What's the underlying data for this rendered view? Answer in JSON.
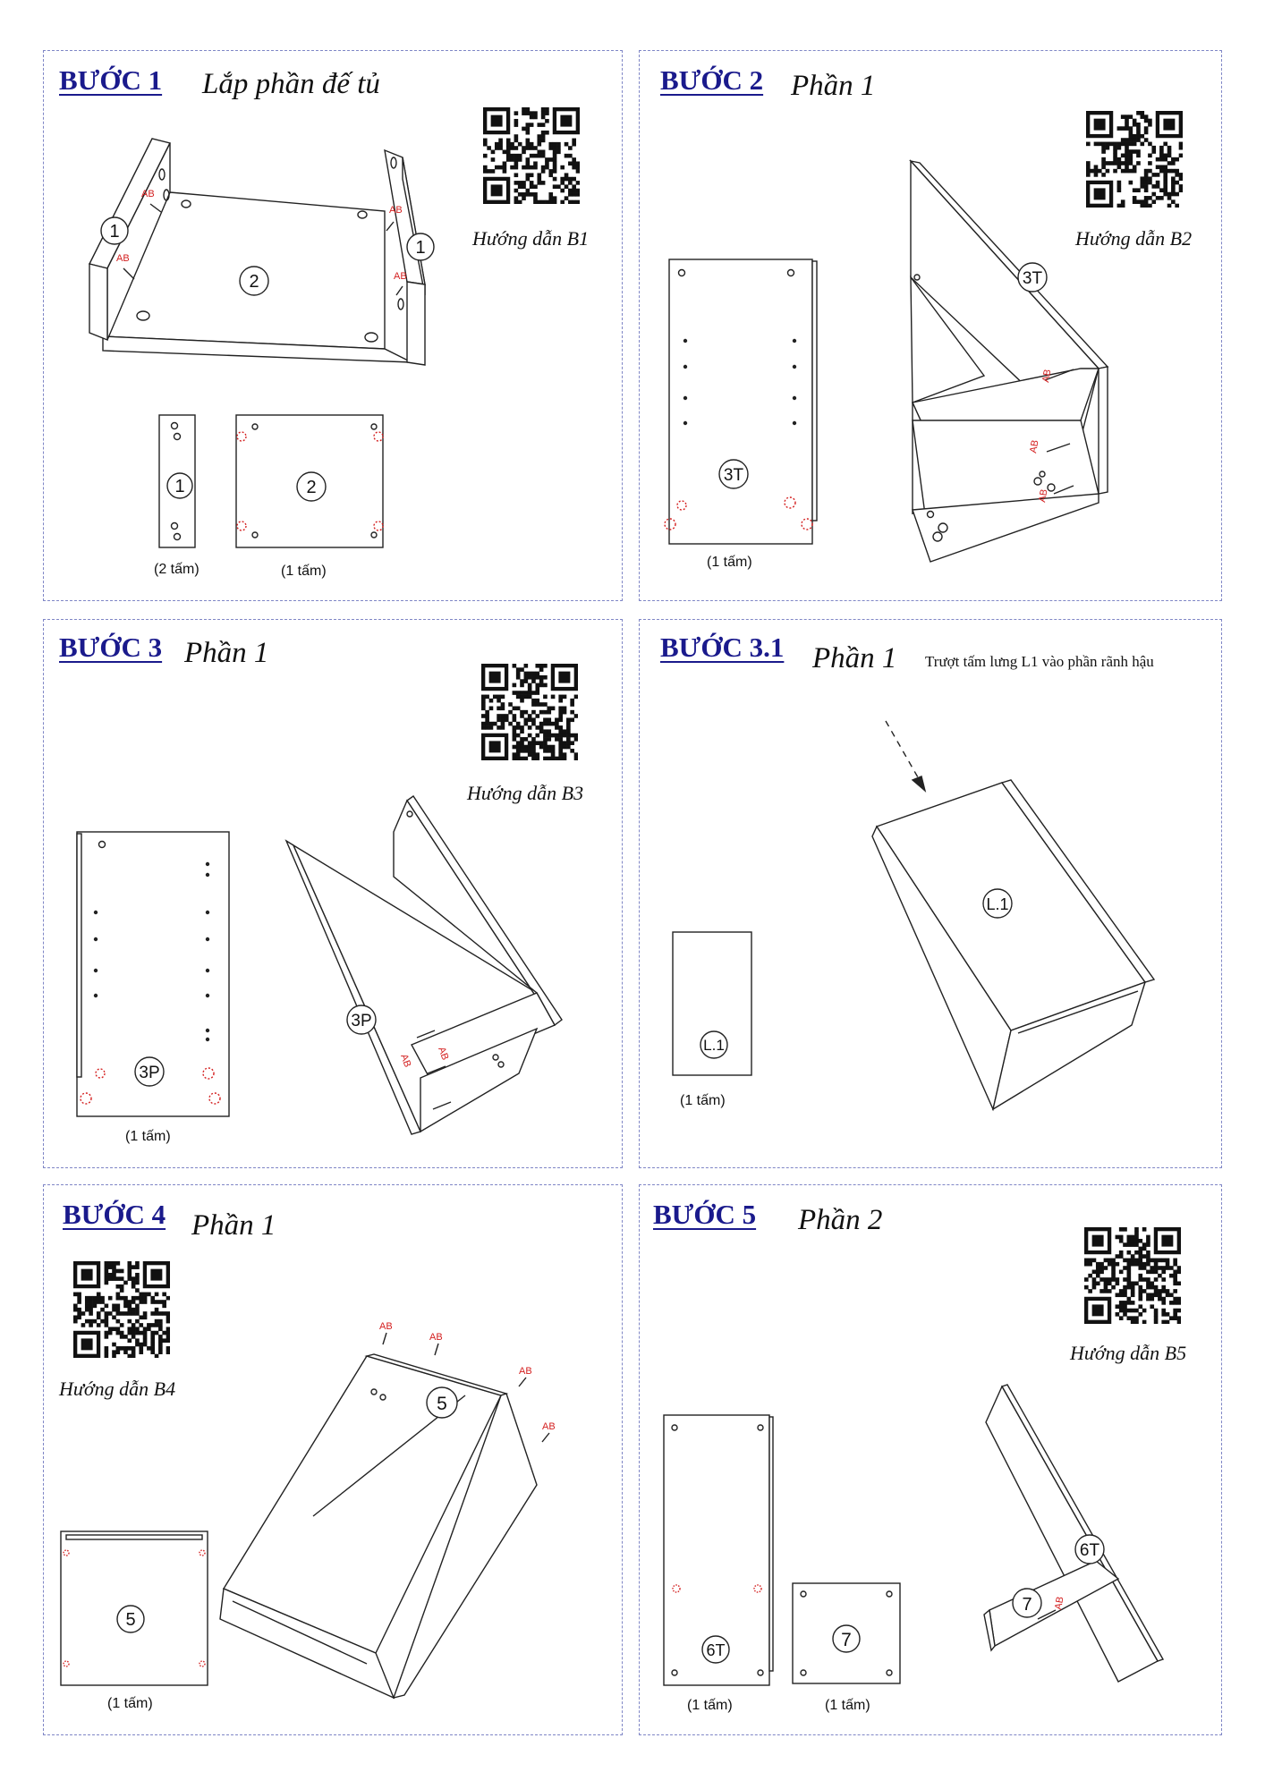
{
  "steps": [
    {
      "title": "BƯỚC 1",
      "subtitle": "Lắp phần đế tủ",
      "guide": "Hướng dẫn B1",
      "labels": [
        "1",
        "2",
        "1",
        "1",
        "2"
      ],
      "parts": [
        {
          "label": "1",
          "qty": "(2 tấm)"
        },
        {
          "label": "2",
          "qty": "(1 tấm)"
        }
      ],
      "ab_marks": [
        "AB",
        "AB",
        "AB",
        "AB"
      ]
    },
    {
      "title": "BƯỚC 2",
      "subtitle": "Phần 1",
      "guide": "Hướng dẫn B2",
      "labels": [
        "3T",
        "3T"
      ],
      "parts": [
        {
          "label": "3T",
          "qty": "(1 tấm)"
        }
      ],
      "ab_marks": [
        "AB",
        "AB",
        "AB"
      ]
    },
    {
      "title": "BƯỚC 3",
      "subtitle": "Phần 1",
      "guide": "Hướng dẫn B3",
      "labels": [
        "3P",
        "3P"
      ],
      "parts": [
        {
          "label": "3P",
          "qty": "(1 tấm)"
        }
      ],
      "ab_marks": [
        "AB",
        "AB"
      ]
    },
    {
      "title": "BƯỚC 3.1",
      "subtitle": "Phần 1",
      "note": "Trượt tấm lưng L1 vào phần rãnh hậu",
      "labels": [
        "L.1",
        "L.1"
      ],
      "parts": [
        {
          "label": "L.1",
          "qty": "(1 tấm)"
        }
      ]
    },
    {
      "title": "BƯỚC 4",
      "subtitle": "Phần 1",
      "guide": "Hướng dẫn B4",
      "labels": [
        "5",
        "5"
      ],
      "parts": [
        {
          "label": "5",
          "qty": "(1 tấm)"
        }
      ],
      "ab_marks": [
        "AB",
        "AB",
        "AB",
        "AB"
      ]
    },
    {
      "title": "BƯỚC 5",
      "subtitle": "Phần 2",
      "guide": "Hướng dẫn B5",
      "labels": [
        "6T",
        "7"
      ],
      "parts": [
        {
          "label": "6T",
          "qty": "(1 tấm)"
        },
        {
          "label": "7",
          "qty": "(1 tấm)"
        }
      ],
      "ab_marks": [
        "AB"
      ]
    }
  ],
  "colors": {
    "title": "#1a1a8c",
    "panel_border": "#7f86c6",
    "ab_mark": "#d42020",
    "line": "#222222"
  },
  "icons": [
    "qr-code-icon",
    "arrow-icon"
  ]
}
